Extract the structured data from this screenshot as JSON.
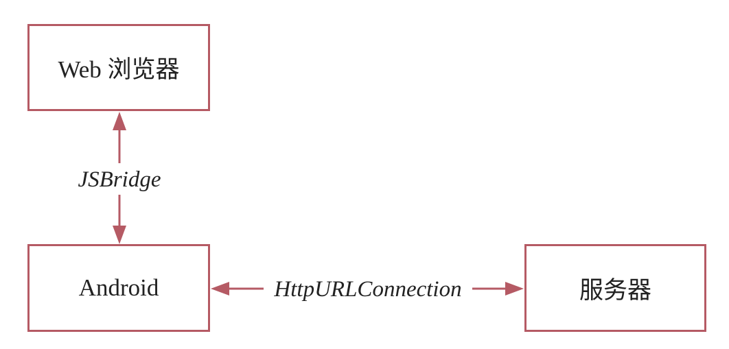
{
  "nodes": {
    "browser": "Web 浏览器",
    "android": "Android",
    "server": "服务器"
  },
  "edges": {
    "browser_android": "JSBridge",
    "android_server": "HttpURLConnection"
  },
  "colors": {
    "stroke": "#b55a64",
    "text": "#222222",
    "background": "#ffffff"
  }
}
